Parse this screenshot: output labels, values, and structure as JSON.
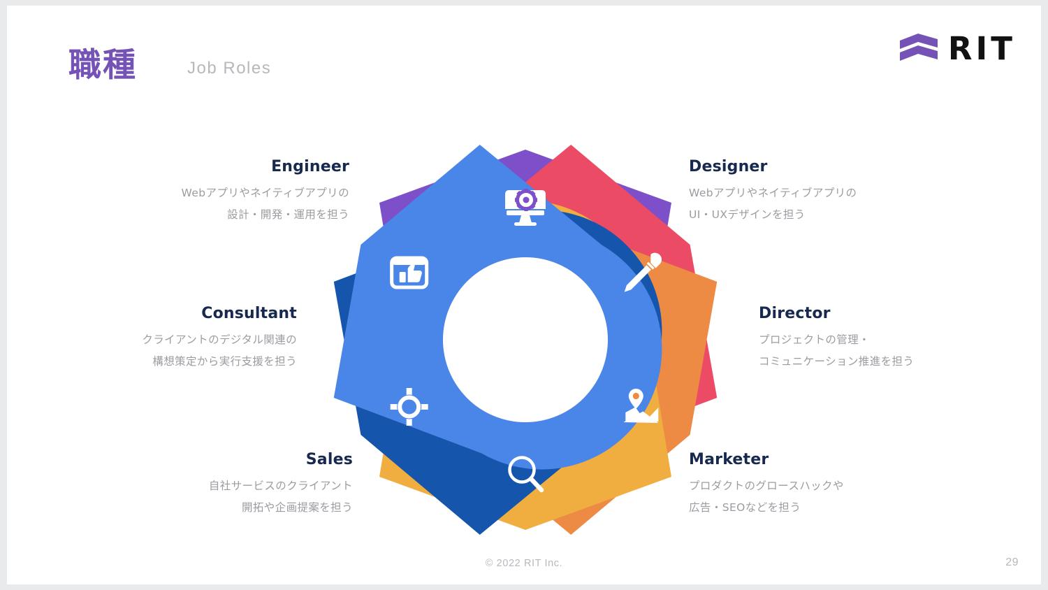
{
  "header": {
    "title_ja": "職種",
    "title_en": "Job Roles",
    "title_color": "#7552b5",
    "logo_text": "RIT",
    "logo_color": "#7552b5"
  },
  "roles": [
    {
      "id": "engineer",
      "name": "Engineer",
      "desc_line1": "Webアプリやネイティブアプリの",
      "desc_line2": "設計・開発・運用を担う",
      "color": "#7D4FC9",
      "icon": "monitor-gear-icon",
      "side": "left",
      "angle": -90
    },
    {
      "id": "designer",
      "name": "Designer",
      "desc_line1": "Webアプリやネイティブアプリの",
      "desc_line2": "UI・UXデザインを担う",
      "color": "#EC4B66",
      "icon": "eyedropper-icon",
      "side": "right",
      "angle": -30
    },
    {
      "id": "director",
      "name": "Director",
      "desc_line1": "プロジェクトの管理・",
      "desc_line2": "コミュニケーション推進を担う",
      "color": "#ED8B45",
      "icon": "map-pin-icon",
      "side": "right",
      "angle": 30
    },
    {
      "id": "marketer",
      "name": "Marketer",
      "desc_line1": "プロダクトのグロースハックや",
      "desc_line2": "広告・SEOなどを担う",
      "color": "#F0AE40",
      "icon": "magnifier-icon",
      "side": "right",
      "angle": 90
    },
    {
      "id": "sales",
      "name": "Sales",
      "desc_line1": "自社サービスのクライアント",
      "desc_line2": "開拓や企画提案を担う",
      "color": "#1555AC",
      "icon": "target-crosshair-icon",
      "side": "left",
      "angle": 150
    },
    {
      "id": "consultant",
      "name": "Consultant",
      "desc_line1": "クライアントのデジタル関連の",
      "desc_line2": "構想策定から実行支援を担う",
      "color": "#4A86E8",
      "icon": "thumbs-up-icon",
      "side": "left",
      "angle": 210
    }
  ],
  "footer": {
    "copyright": "© 2022 RIT Inc.",
    "page_number": "29"
  }
}
